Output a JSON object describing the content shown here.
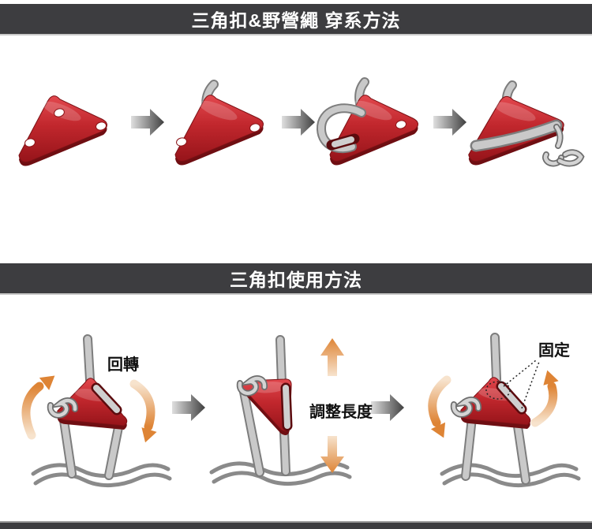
{
  "title_bars": {
    "threading": "三角扣&野營繩 穿系方法",
    "usage": "三角扣使用方法"
  },
  "usage_labels": {
    "rotate": "回轉",
    "adjust_length": "調整長度",
    "fix": "固定"
  },
  "icons": {
    "buckle": "triangle-buckle-icon",
    "rope": "rope-icon",
    "step_arrow": "right-arrow-icon",
    "rotate_arrows": "curved-orange-arrow-icon",
    "adjust_arrows": "up-down-orange-arrow-icon",
    "ground": "wavy-fabric-line-icon"
  },
  "colors": {
    "page_bg": "#ffffff",
    "banner_bg": "#3d3d40",
    "banner_text": "#ffffff",
    "buckle_red": "#c1272d",
    "buckle_red_dark": "#6f0e12",
    "rope_light": "#c9c9c9",
    "rope_dark": "#7d7d7d",
    "step_arrow_dark": "#3f3f3f",
    "step_arrow_light": "#e0e0e0",
    "orange_dark": "#de8435",
    "orange_light": "#f7e3cd",
    "label_text": "#111111"
  }
}
